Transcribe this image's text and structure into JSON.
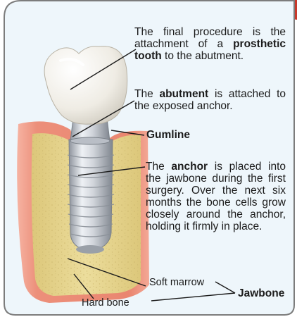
{
  "labels": {
    "prosthetic": {
      "pre": "The final procedure is the attachment of a ",
      "bold": "prosthetic tooth",
      "post": " to the abutment."
    },
    "abutment": {
      "pre": "The ",
      "bold": "abutment",
      "post": " is attached to the exposed anchor."
    },
    "gumline": "Gumline",
    "anchor": {
      "pre": "The ",
      "bold": "anchor",
      "post": " is placed into the jawbone during the first surgery. Over the next six months the bone cells grow closely around the anchor, holding it firmly in place."
    },
    "soft_marrow": "Soft marrow",
    "jawbone": "Jawbone",
    "hard_bone": "Hard bone"
  },
  "colors": {
    "panel_bg": "#eef6fb",
    "panel_border": "#7c7c7c",
    "bone": "#e6d58c",
    "gum": "#ec8f7a",
    "tab": "#c8382a",
    "implant": "#c9ced6",
    "tooth": "#f4f1ea"
  }
}
